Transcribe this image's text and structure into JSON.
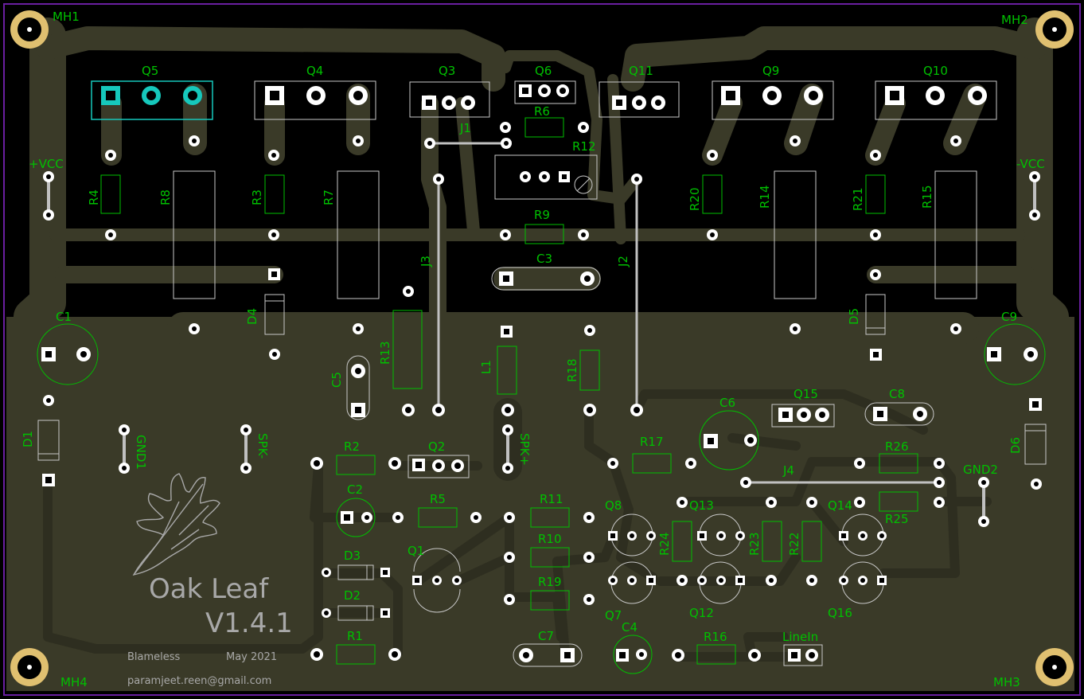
{
  "colors": {
    "background": "#000000",
    "copper": "#3a3a28",
    "copper_edge": "#2e2e20",
    "silk": "#00c000",
    "outline": "#c8c8c8",
    "gray_text": "#a8a8a8",
    "pad_white": "#ffffff",
    "highlight": "#16c8bc",
    "board_edge": "#6a1fa0",
    "mounting": "#e0c070"
  },
  "mounting_holes": [
    {
      "label": "MH1"
    },
    {
      "label": "MH2"
    },
    {
      "label": "MH3"
    },
    {
      "label": "MH4"
    }
  ],
  "transistors_to220": [
    {
      "label": "Q5"
    },
    {
      "label": "Q4"
    },
    {
      "label": "Q9"
    },
    {
      "label": "Q10"
    }
  ],
  "transistors_to126": [
    {
      "label": "Q3"
    },
    {
      "label": "Q6"
    },
    {
      "label": "Q11"
    },
    {
      "label": "Q15"
    },
    {
      "label": "Q2"
    }
  ],
  "transistors_to92": [
    {
      "label": "Q1"
    },
    {
      "label": "Q8"
    },
    {
      "label": "Q7"
    },
    {
      "label": "Q13"
    },
    {
      "label": "Q12"
    },
    {
      "label": "Q14"
    },
    {
      "label": "Q16"
    }
  ],
  "resistors": [
    {
      "label": "R4"
    },
    {
      "label": "R8"
    },
    {
      "label": "R3"
    },
    {
      "label": "R7"
    },
    {
      "label": "R6"
    },
    {
      "label": "R9"
    },
    {
      "label": "R20"
    },
    {
      "label": "R14"
    },
    {
      "label": "R21"
    },
    {
      "label": "R15"
    },
    {
      "label": "R13"
    },
    {
      "label": "R18"
    },
    {
      "label": "R2"
    },
    {
      "label": "R5"
    },
    {
      "label": "R1"
    },
    {
      "label": "R11"
    },
    {
      "label": "R10"
    },
    {
      "label": "R19"
    },
    {
      "label": "R17"
    },
    {
      "label": "R24"
    },
    {
      "label": "R23"
    },
    {
      "label": "R22"
    },
    {
      "label": "R26"
    },
    {
      "label": "R25"
    },
    {
      "label": "R16"
    }
  ],
  "trimmer": {
    "label": "R12"
  },
  "capacitors": [
    {
      "label": "C1"
    },
    {
      "label": "C9"
    },
    {
      "label": "C3"
    },
    {
      "label": "C5"
    },
    {
      "label": "C6"
    },
    {
      "label": "C8"
    },
    {
      "label": "C2"
    },
    {
      "label": "C7"
    },
    {
      "label": "C4"
    }
  ],
  "diodes": [
    {
      "label": "D4"
    },
    {
      "label": "D5"
    },
    {
      "label": "D1"
    },
    {
      "label": "D6"
    },
    {
      "label": "D3"
    },
    {
      "label": "D2"
    }
  ],
  "inductor": {
    "label": "L1"
  },
  "jumpers": [
    {
      "label": "J1"
    },
    {
      "label": "J2"
    },
    {
      "label": "J3"
    },
    {
      "label": "J4"
    }
  ],
  "connectors": [
    {
      "label": "+VCC"
    },
    {
      "label": "-VCC"
    },
    {
      "label": "GND1"
    },
    {
      "label": "SPK-"
    },
    {
      "label": "SPK+"
    },
    {
      "label": "GND2"
    },
    {
      "label": "LineIn"
    }
  ],
  "branding": {
    "title": "Oak Leaf",
    "version": "V1.4.1",
    "credit": "Blameless",
    "date": "May 2021",
    "email": "paramjeet.reen@gmail.com"
  }
}
